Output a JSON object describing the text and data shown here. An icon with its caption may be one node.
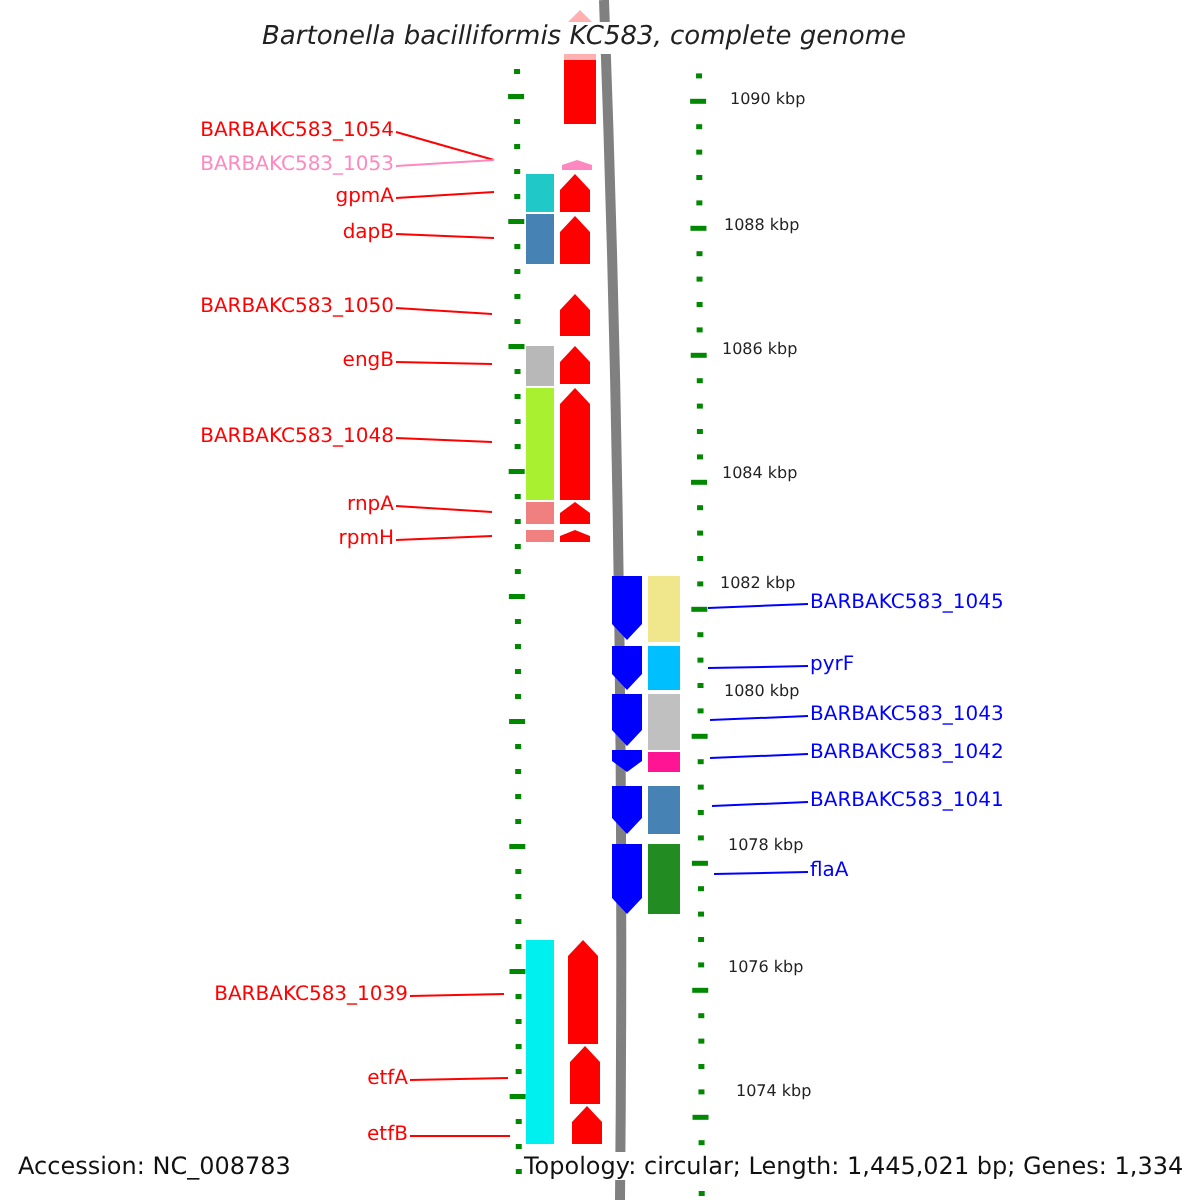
{
  "diagram": {
    "title": "Bartonella bacilliformis KC583, complete genome",
    "nodes": [
      {
        "text": [
          "BARBAKC583_1054"
        ]
      },
      {
        "text": [
          "BARBAKC583_1053"
        ]
      },
      {
        "text": [
          "gpmA"
        ]
      },
      {
        "text": [
          "dapB"
        ]
      },
      {
        "text": [
          "BARBAKC583_1050"
        ]
      },
      {
        "text": [
          "engB"
        ]
      },
      {
        "text": [
          "BARBAKC583_1048"
        ]
      },
      {
        "text": [
          "rnpA"
        ]
      },
      {
        "text": [
          "rpmH"
        ]
      },
      {
        "text": [
          "BARBAKC583_1045"
        ]
      },
      {
        "text": [
          "pyrF"
        ]
      },
      {
        "text": [
          "BARBAKC583_1043"
        ]
      },
      {
        "text": [
          "BARBAKC583_1042"
        ]
      },
      {
        "text": [
          "BARBAKC583_1041"
        ]
      },
      {
        "text": [
          "flaA"
        ]
      },
      {
        "text": [
          "BARBAKC583_1039"
        ]
      },
      {
        "text": [
          "etfA"
        ]
      },
      {
        "text": [
          "etfB"
        ]
      }
    ],
    "edges": [
      {
        "from": 0,
        "to": null,
        "arrow": "none"
      },
      {
        "from": 1,
        "to": null,
        "arrow": "none",
        "color": "#ff88c0"
      },
      {
        "from": 2,
        "to": null,
        "arrow": "none"
      },
      {
        "from": 3,
        "to": null,
        "arrow": "none"
      },
      {
        "from": 4,
        "to": null,
        "arrow": "none"
      },
      {
        "from": 5,
        "to": null,
        "arrow": "none"
      },
      {
        "from": 6,
        "to": null,
        "arrow": "none"
      },
      {
        "from": 7,
        "to": null,
        "arrow": "none"
      },
      {
        "from": 8,
        "to": null,
        "arrow": "none"
      },
      {
        "from": 9,
        "to": null,
        "arrow": "none",
        "color": "#0000ff"
      },
      {
        "from": 10,
        "to": null,
        "arrow": "none",
        "color": "#0000ff"
      },
      {
        "from": 11,
        "to": null,
        "arrow": "none",
        "color": "#0000ff"
      },
      {
        "from": 12,
        "to": null,
        "arrow": "none",
        "color": "#0000ff"
      },
      {
        "from": 13,
        "to": null,
        "arrow": "none",
        "color": "#0000ff"
      },
      {
        "from": 14,
        "to": null,
        "arrow": "none",
        "color": "#0000ff"
      },
      {
        "from": 15,
        "to": null,
        "arrow": "none"
      },
      {
        "from": 16,
        "to": null,
        "arrow": "none"
      },
      {
        "from": 17,
        "to": null,
        "arrow": "none"
      }
    ],
    "labels": [
      "1090 kbp",
      "1088 kbp",
      "1086 kbp",
      "1084 kbp",
      "1082 kbp",
      "1080 kbp",
      "1078 kbp",
      "1076 kbp",
      "1074 kbp",
      "Accession: NC_008783",
      "Topology: circular; Length: 1,445,021 bp; Genes: 1,334"
    ]
  }
}
